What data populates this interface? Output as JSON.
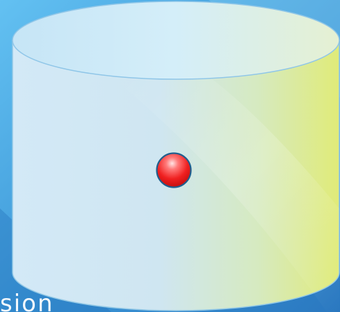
{
  "scene": {
    "bottom_text": "sion",
    "objects": {
      "cylinder": "cylinder",
      "ball": "red-sphere"
    },
    "colors": {
      "background_light": "#5ab8ef",
      "background_mid": "#3a8fd0",
      "background_dark": "#1f6fb8",
      "cylinder_left": "#cfe6f5",
      "cylinder_right": "#dfea7a",
      "cylinder_outline": "#8fc6e8",
      "ball": "#e81c1c",
      "ball_outline": "#1f5f8e",
      "text": "#ffffff"
    }
  }
}
